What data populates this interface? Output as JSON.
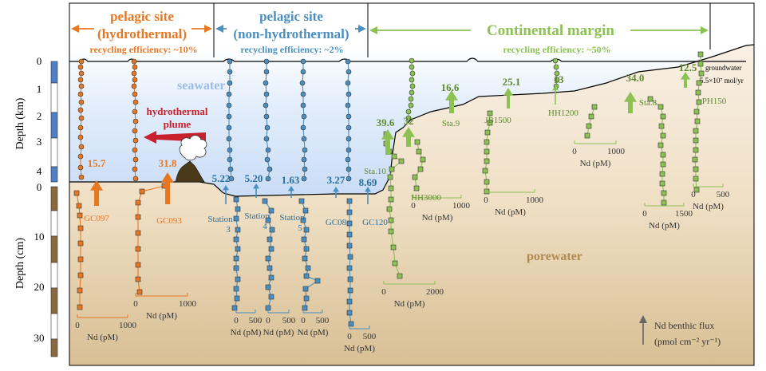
{
  "regions": {
    "hydro": {
      "title1": "pelagic site",
      "title2": "(hydrothermal)",
      "eff": "recycling efficiency: ~10%",
      "color": "#e87722"
    },
    "nonhydro": {
      "title1": "pelagic site",
      "title2": "(non-hydrothermal)",
      "eff": "recycling efficiency: ~2%",
      "color": "#4a8fc0"
    },
    "margin": {
      "title1": "Continental margin",
      "eff": "recycling efficiency: ~50%",
      "color": "#8dc153"
    }
  },
  "axes": {
    "depth_km_label": "Depth (km)",
    "depth_km_ticks": [
      "0",
      "1",
      "2",
      "3",
      "4"
    ],
    "depth_cm_label": "Depth (cm)",
    "depth_cm_ticks": [
      "0",
      "10",
      "20",
      "30"
    ]
  },
  "labels": {
    "seawater": "seawater",
    "porewater": "porewater",
    "plume1": "hydrothermal",
    "plume2": "plume",
    "groundwater": "groundwater",
    "groundwater_flux": "5.5×10⁷ mol/yr",
    "legend1": "Nd benthic flux",
    "legend2": "(pmol cm⁻² yr⁻¹)"
  },
  "colors": {
    "hydro": "#e87722",
    "nonhydro": "#4a8fc0",
    "nonhydro_label": "#2a6fa0",
    "margin": "#8dc153",
    "margin_dark": "#5e8a2e",
    "plume": "#c8202c",
    "seawater": "#cfe0f7",
    "sediment": "#e2cca2",
    "porewater_text": "#b08a50"
  },
  "fluxes": [
    {
      "value": "15.7",
      "group": "hydro"
    },
    {
      "value": "31.8",
      "group": "hydro"
    },
    {
      "value": "5.22",
      "group": "nonhydro"
    },
    {
      "value": "5.20",
      "group": "nonhydro"
    },
    {
      "value": "1.63",
      "group": "nonhydro"
    },
    {
      "value": "3.27",
      "group": "nonhydro"
    },
    {
      "value": "8.69",
      "group": "nonhydro"
    },
    {
      "value": "39.6",
      "group": "margin"
    },
    {
      "value": "32",
      "group": "margin"
    },
    {
      "value": "16.6",
      "group": "margin"
    },
    {
      "value": "25.1",
      "group": "margin"
    },
    {
      "value": "13",
      "group": "margin"
    },
    {
      "value": "34.0",
      "group": "margin"
    },
    {
      "value": "12.5",
      "group": "margin"
    }
  ],
  "sites": [
    {
      "name": "GC097",
      "group": "hydro"
    },
    {
      "name": "GC093",
      "group": "hydro"
    },
    {
      "name": "Station 3",
      "group": "nonhydro"
    },
    {
      "name": "Station 4",
      "group": "nonhydro"
    },
    {
      "name": "Station 5",
      "group": "nonhydro"
    },
    {
      "name": "GC08",
      "group": "nonhydro"
    },
    {
      "name": "GC120",
      "group": "nonhydro"
    },
    {
      "name": "Sta.10",
      "group": "margin"
    },
    {
      "name": "HH3000",
      "group": "margin"
    },
    {
      "name": "Sta.9",
      "group": "margin"
    },
    {
      "name": "JB1500",
      "group": "margin"
    },
    {
      "name": "HH1200",
      "group": "margin"
    },
    {
      "name": "Sta.8",
      "group": "margin"
    },
    {
      "name": "PH150",
      "group": "margin"
    }
  ],
  "ndaxes": [
    {
      "ticks": [
        "0",
        "1000"
      ],
      "unit": "Nd (pM)",
      "group": "hydro"
    },
    {
      "ticks": [
        "0",
        "1000"
      ],
      "unit": "Nd (pM)",
      "group": "hydro"
    },
    {
      "ticks": [
        "0",
        "500"
      ],
      "unit": "Nd (pM)",
      "group": "nonhydro"
    },
    {
      "ticks": [
        "0",
        "500"
      ],
      "unit": "Nd (pM)",
      "group": "nonhydro"
    },
    {
      "ticks": [
        "0",
        "500"
      ],
      "unit": "Nd (pM)",
      "group": "nonhydro"
    },
    {
      "ticks": [
        "0",
        "500"
      ],
      "unit": "Nd (pM)",
      "group": "nonhydro"
    },
    {
      "ticks": [
        "0",
        "2000"
      ],
      "unit": "Nd (pM)",
      "group": "margin"
    },
    {
      "ticks": [
        "0",
        "1000"
      ],
      "unit": "Nd (pM)",
      "group": "margin"
    },
    {
      "ticks": [
        "0",
        "1000"
      ],
      "unit": "Nd (pM)",
      "group": "margin"
    },
    {
      "ticks": [
        "0",
        "1000"
      ],
      "unit": "Nd (pM)",
      "group": "margin"
    },
    {
      "ticks": [
        "0",
        "1500"
      ],
      "unit": "Nd (pM)",
      "group": "margin"
    },
    {
      "ticks": [
        "0",
        "500"
      ],
      "unit": "Nd (pM)",
      "group": "margin"
    }
  ]
}
